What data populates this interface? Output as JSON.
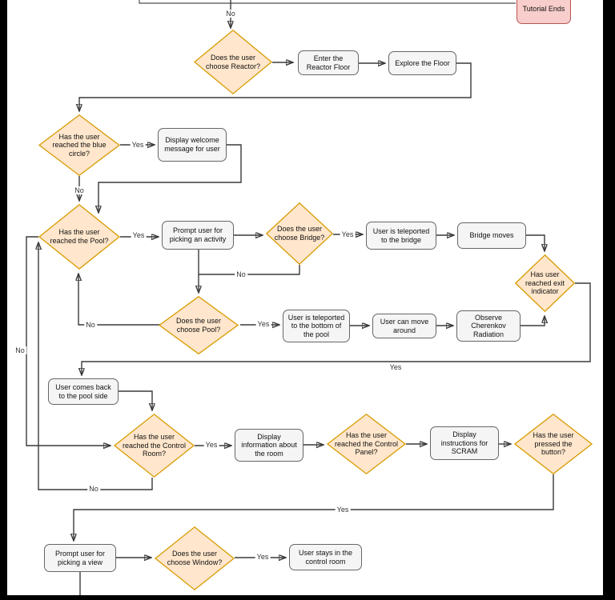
{
  "diagram": {
    "title_hint": "VR reactor tutorial flowchart",
    "colors": {
      "decision_fill": "#ffe6cc",
      "decision_stroke": "#d79b00",
      "process_fill": "#f5f5f5",
      "process_stroke": "#666666",
      "terminator_fill": "#f8cecc",
      "terminator_stroke": "#b85450",
      "connector": "#3a3a3a",
      "background": "#ffffff"
    },
    "nodes": {
      "tutorial_ends": "Tutorial Ends",
      "choose_reactor": "Does the user choose Reactor?",
      "enter_reactor_floor": "Enter the Reactor Floor",
      "explore_floor": "Explore the Floor",
      "reached_blue_circle": "Has the user reached the blue circle?",
      "display_welcome": "Display welcome message for user",
      "reached_pool": "Has the user reached the Pool?",
      "prompt_activity": "Prompt user for picking an activity",
      "choose_bridge": "Does the user choose Bridge?",
      "teleported_bridge": "User is teleported to the bridge",
      "bridge_moves": "Bridge moves",
      "reached_exit": "Has user reached exit indicator",
      "choose_pool": "Does the user choose Pool?",
      "teleported_pool_bottom": "User is teleported to the bottom of the pool",
      "move_around": "User can move around",
      "observe_cherenkov": "Observe Cherenkov Radiation",
      "back_poolside": "User comes back to the pool side",
      "reached_control_room": "Has the user reached the Control Room?",
      "display_room_info": "Display information about the room",
      "reached_control_panel": "Has the user reached the Control Panel?",
      "display_scram": "Display instructions for SCRAM",
      "pressed_button": "Has the user pressed the button?",
      "prompt_view": "Prompt user for picking a view",
      "choose_window": "Does the user choose Window?",
      "stays_control_room": "User stays in the control room"
    },
    "labels": {
      "no_top": "No",
      "yes_blue_circle": "Yes",
      "no_blue_circle": "No",
      "yes_reached_pool": "Yes",
      "yes_bridge": "Yes",
      "no_bridge": "No",
      "no_choose_pool": "No",
      "yes_choose_pool": "Yes",
      "yes_exit": "Yes",
      "no_reached_pool": "No",
      "yes_control_room": "Yes",
      "no_control_room": "No",
      "yes_pressed": "Yes",
      "yes_window": "Yes"
    }
  }
}
